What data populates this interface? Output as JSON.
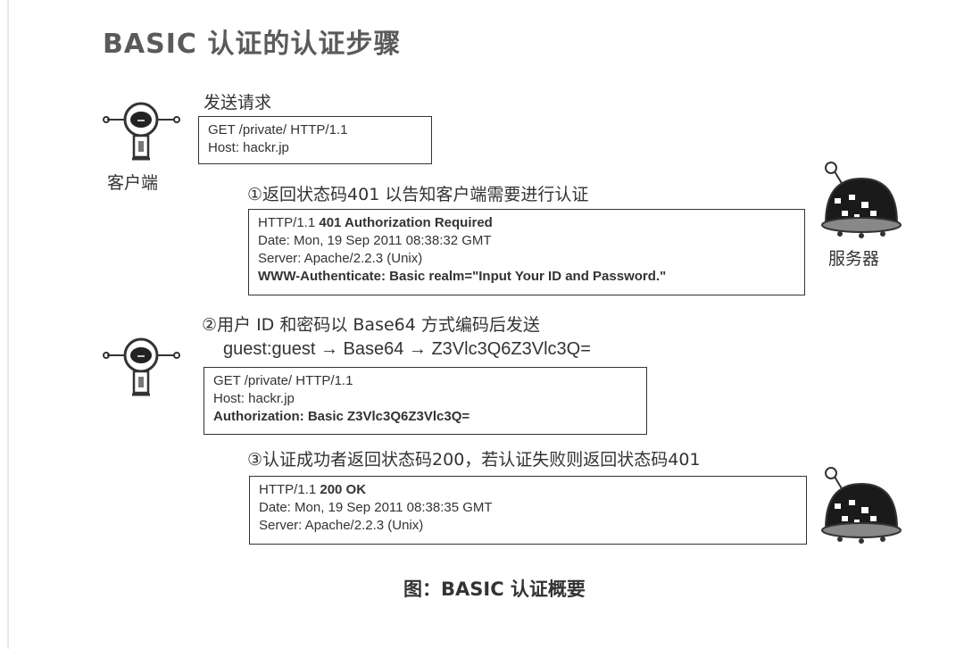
{
  "title": "BASIC 认证的认证步骤",
  "client_label": "客户端",
  "server_label": "服务器",
  "send_request_label": "发送请求",
  "request1": [
    "GET /private/ HTTP/1.1",
    "Host: hackr.jp"
  ],
  "step1": "①返回状态码401 以告知客户端需要进行认证",
  "response1": {
    "line1_prefix": "HTTP/1.1 ",
    "line1_bold": "401 Authorization Required",
    "lines": [
      "Date: Mon, 19 Sep 2011 08:38:32 GMT",
      "Server: Apache/2.2.3 (Unix)",
      "WWW-Authenticate: Basic realm=\"Input Your ID and Password.\""
    ]
  },
  "step2": "②用户 ID 和密码以 Base64 方式编码后发送",
  "encoding": "guest:guest → Base64 → Z3Vlc3Q6Z3Vlc3Q=",
  "request2": [
    "GET /private/ HTTP/1.1",
    "Host: hackr.jp",
    "Authorization: Basic Z3Vlc3Q6Z3Vlc3Q="
  ],
  "step3": "③认证成功者返回状态码200，若认证失败则返回状态码401",
  "response2": {
    "line1_prefix": "HTTP/1.1 ",
    "line1_bold": "200 OK",
    "lines": [
      "Date: Mon, 19 Sep 2011 08:38:35 GMT",
      "Server: Apache/2.2.3 (Unix)"
    ]
  },
  "caption": "图：BASIC 认证概要"
}
